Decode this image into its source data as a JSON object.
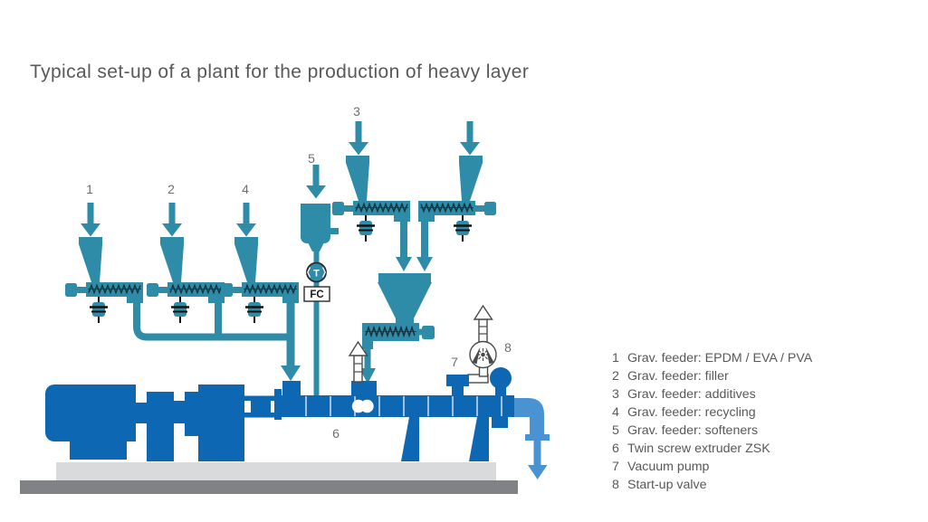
{
  "title": "Typical set-up of a plant for the production of heavy layer",
  "colors": {
    "teal": "#2E8CA8",
    "blue": "#0E67B2",
    "lightblue": "#4A93D3",
    "platform": "#D9DADB",
    "floor": "#808285",
    "text": "#58595B",
    "label": "#6D6E71",
    "outline": "#4A4A4A"
  },
  "diagram": {
    "labels": {
      "feeder1": "1",
      "feeder2": "2",
      "feeder3": "3",
      "feeder4": "4",
      "feeder5": "5",
      "extruder": "6",
      "vacuum_pump": "7",
      "startup_valve": "8"
    },
    "instruments": {
      "temperature": "T",
      "flow_control": "FC"
    },
    "icons": [
      "down-arrow-icon",
      "up-vent-arrow-icon",
      "gravimetric-feeder-icon",
      "weighing-scale-icon",
      "twin-screw-icon",
      "startup-valve-icon"
    ]
  },
  "legend": {
    "items": [
      {
        "num": "1",
        "text": "Grav. feeder: EPDM / EVA / PVA"
      },
      {
        "num": "2",
        "text": "Grav. feeder: filler"
      },
      {
        "num": "3",
        "text": "Grav. feeder: additives"
      },
      {
        "num": "4",
        "text": "Grav. feeder: recycling"
      },
      {
        "num": "5",
        "text": "Grav. feeder: softeners"
      },
      {
        "num": "6",
        "text": "Twin screw extruder ZSK"
      },
      {
        "num": "7",
        "text": "Vacuum pump"
      },
      {
        "num": "8",
        "text": "Start-up valve"
      }
    ]
  }
}
